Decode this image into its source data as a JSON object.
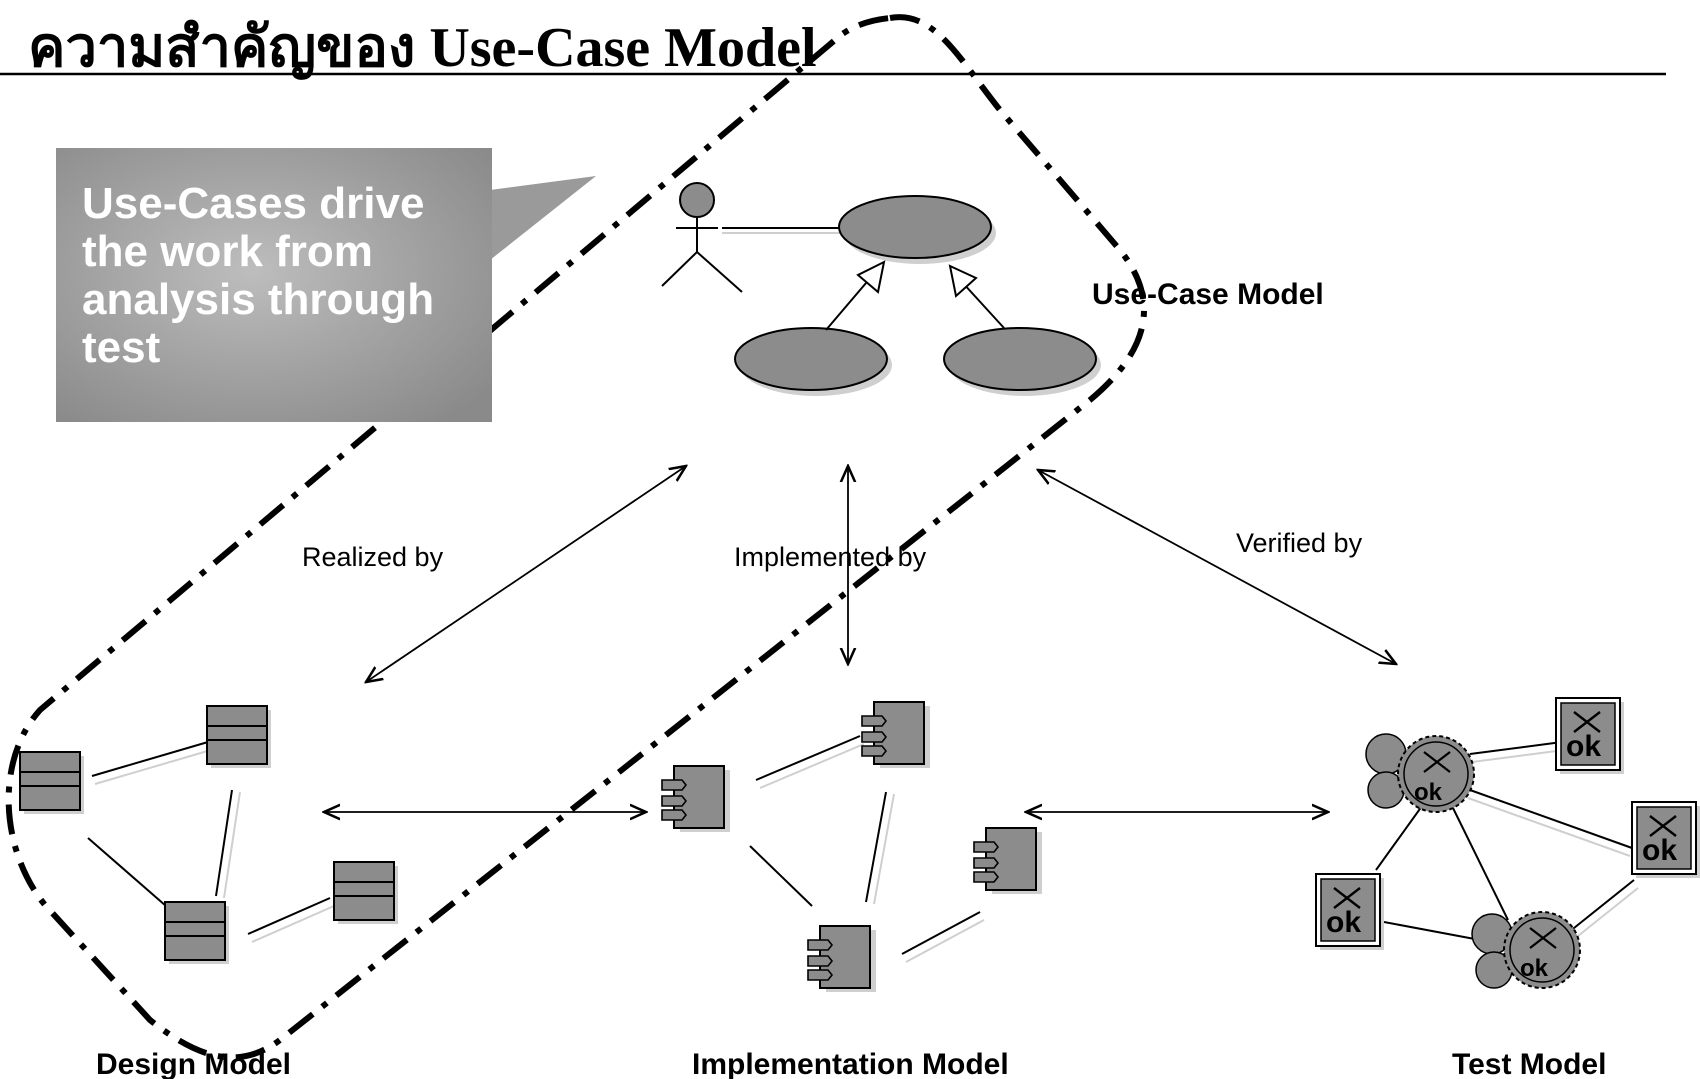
{
  "slide": {
    "title": "ความสำคัญของ Use-Case Model"
  },
  "callout": {
    "lines": [
      "Use-Cases drive",
      "the work from",
      "analysis through",
      "test"
    ]
  },
  "models": {
    "use_case": "Use-Case Model",
    "design": "Design Model",
    "implementation": "Implementation Model",
    "test": "Test Model"
  },
  "relations": {
    "realized": "Realized by",
    "implemented": "Implemented by",
    "verified": "Verified by"
  },
  "test_icon_label": "ok",
  "colors": {
    "shape_fill": "#8c8c8c",
    "callout_fill": "#9a9a9a",
    "stroke": "#000000",
    "shadow": "#cfcfcf"
  }
}
